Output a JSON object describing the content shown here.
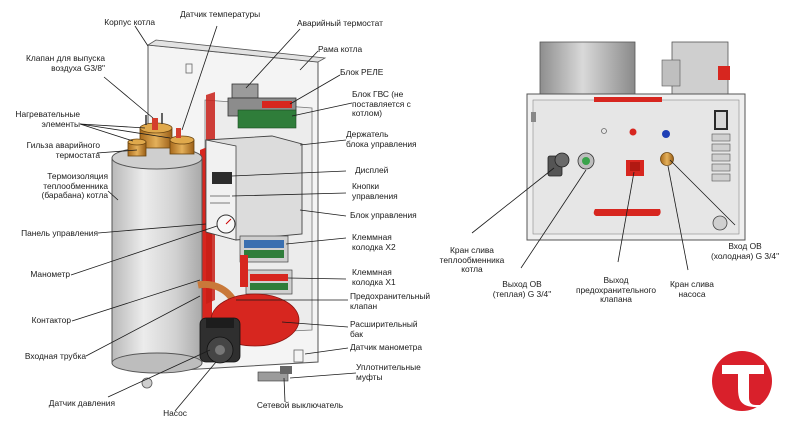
{
  "brand": {
    "logo_color": "#d9202b"
  },
  "colors": {
    "accent_red": "#d7261f",
    "copper": "#c88a2e",
    "body_grey": "#e9e9e9",
    "tank_grey": "#d6d6d6",
    "leader": "#1a1a1a"
  },
  "left_diagram": {
    "labels": [
      {
        "id": "korpus",
        "text": "Корпус котла"
      },
      {
        "id": "datchik_temp",
        "text": "Датчик температуры"
      },
      {
        "id": "avar_term",
        "text": "Аварийный термостат"
      },
      {
        "id": "rama",
        "text": "Рама котла"
      },
      {
        "id": "klapan",
        "text": "Клапан для выпуска\nвоздуха G3/8\""
      },
      {
        "id": "blok_rele",
        "text": "Блок РЕЛЕ"
      },
      {
        "id": "nagrev",
        "text": "Нагревательные\nэлементы"
      },
      {
        "id": "blok_gvs",
        "text": "Блок ГВС (не\nпоставляется с\nкотлом)"
      },
      {
        "id": "gilza",
        "text": "Гильза аварийного\nтермостата"
      },
      {
        "id": "derzhatel",
        "text": "Держатель\nблока управления"
      },
      {
        "id": "displey",
        "text": "Дисплей"
      },
      {
        "id": "termoizol",
        "text": "Термоизоляция\nтеплообменника\n(барабана) котла"
      },
      {
        "id": "knopki",
        "text": "Кнопки\nуправления"
      },
      {
        "id": "blok_upr",
        "text": "Блок управления"
      },
      {
        "id": "panel",
        "text": "Панель управления"
      },
      {
        "id": "klemm_x2",
        "text": "Клеммная\nколодка X2"
      },
      {
        "id": "manometr",
        "text": "Манометр"
      },
      {
        "id": "klemm_x1",
        "text": "Клеммная\nколодка X1"
      },
      {
        "id": "predohr",
        "text": "Предохранительный\nклапан"
      },
      {
        "id": "kontaktor",
        "text": "Контактор"
      },
      {
        "id": "rasshir",
        "text": "Расширительный\nбак"
      },
      {
        "id": "datchik_man",
        "text": "Датчик манометра"
      },
      {
        "id": "vhodnaya",
        "text": "Входная трубка"
      },
      {
        "id": "uplotn",
        "text": "Уплотнительные\nмуфты"
      },
      {
        "id": "datchik_davl",
        "text": "Датчик давления"
      },
      {
        "id": "nasos",
        "text": "Насос"
      },
      {
        "id": "setevoy",
        "text": "Сетевой выключатель"
      }
    ]
  },
  "right_diagram": {
    "labels": [
      {
        "id": "kran_sliva_teplo",
        "text": "Кран слива\nтеплообменника\nкотла"
      },
      {
        "id": "vyhod_ov",
        "text": "Выход ОВ\n(теплая) G 3/4\""
      },
      {
        "id": "vyhod_predohr",
        "text": "Выход\nпредохранительного\nклапана"
      },
      {
        "id": "kran_sliva_nasos",
        "text": "Кран слива\nнасоса"
      },
      {
        "id": "vhod_ov",
        "text": "Вход ОВ\n(холодная) G 3/4\""
      }
    ]
  }
}
